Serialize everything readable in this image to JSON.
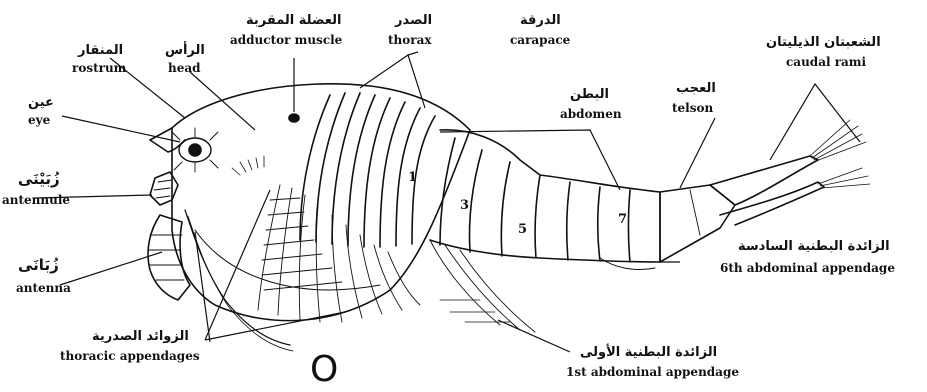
{
  "labels": {
    "rostrum": {
      "ar": "المنقار",
      "en": "rostrum"
    },
    "head": {
      "ar": "الرأس",
      "en": "head"
    },
    "adductor": {
      "ar": "العضلة المقربة",
      "en": "adductor muscle"
    },
    "thorax": {
      "ar": "الصدر",
      "en": "thorax"
    },
    "carapace": {
      "ar": "الدرقة",
      "en": "carapace"
    },
    "caudal_rami": {
      "ar": "الشعبتان الذيليتان",
      "en": "caudal rami"
    },
    "telson": {
      "ar": "العجب",
      "en": "telson"
    },
    "abdomen": {
      "ar": "البطن",
      "en": "abdomen"
    },
    "eye": {
      "ar": "عين",
      "en": "eye"
    },
    "antennule": {
      "ar": "زُبَيْنَى",
      "en": "antennule"
    },
    "antenna": {
      "ar": "زُبَانَى",
      "en": "antenna"
    },
    "thoracic_appendages": {
      "ar": "الزوائد الصدرية",
      "en": "thoracic appendages"
    },
    "sixth_abdominal": {
      "ar": "الزائدة البطنية السادسة",
      "en": "6th abdominal appendage"
    },
    "first_abdominal": {
      "ar": "الزائدة البطنية الأولى",
      "en": "1st abdominal appendage"
    }
  },
  "segment_numbers": [
    "1",
    "3",
    "5",
    "7"
  ],
  "watermark": "O"
}
